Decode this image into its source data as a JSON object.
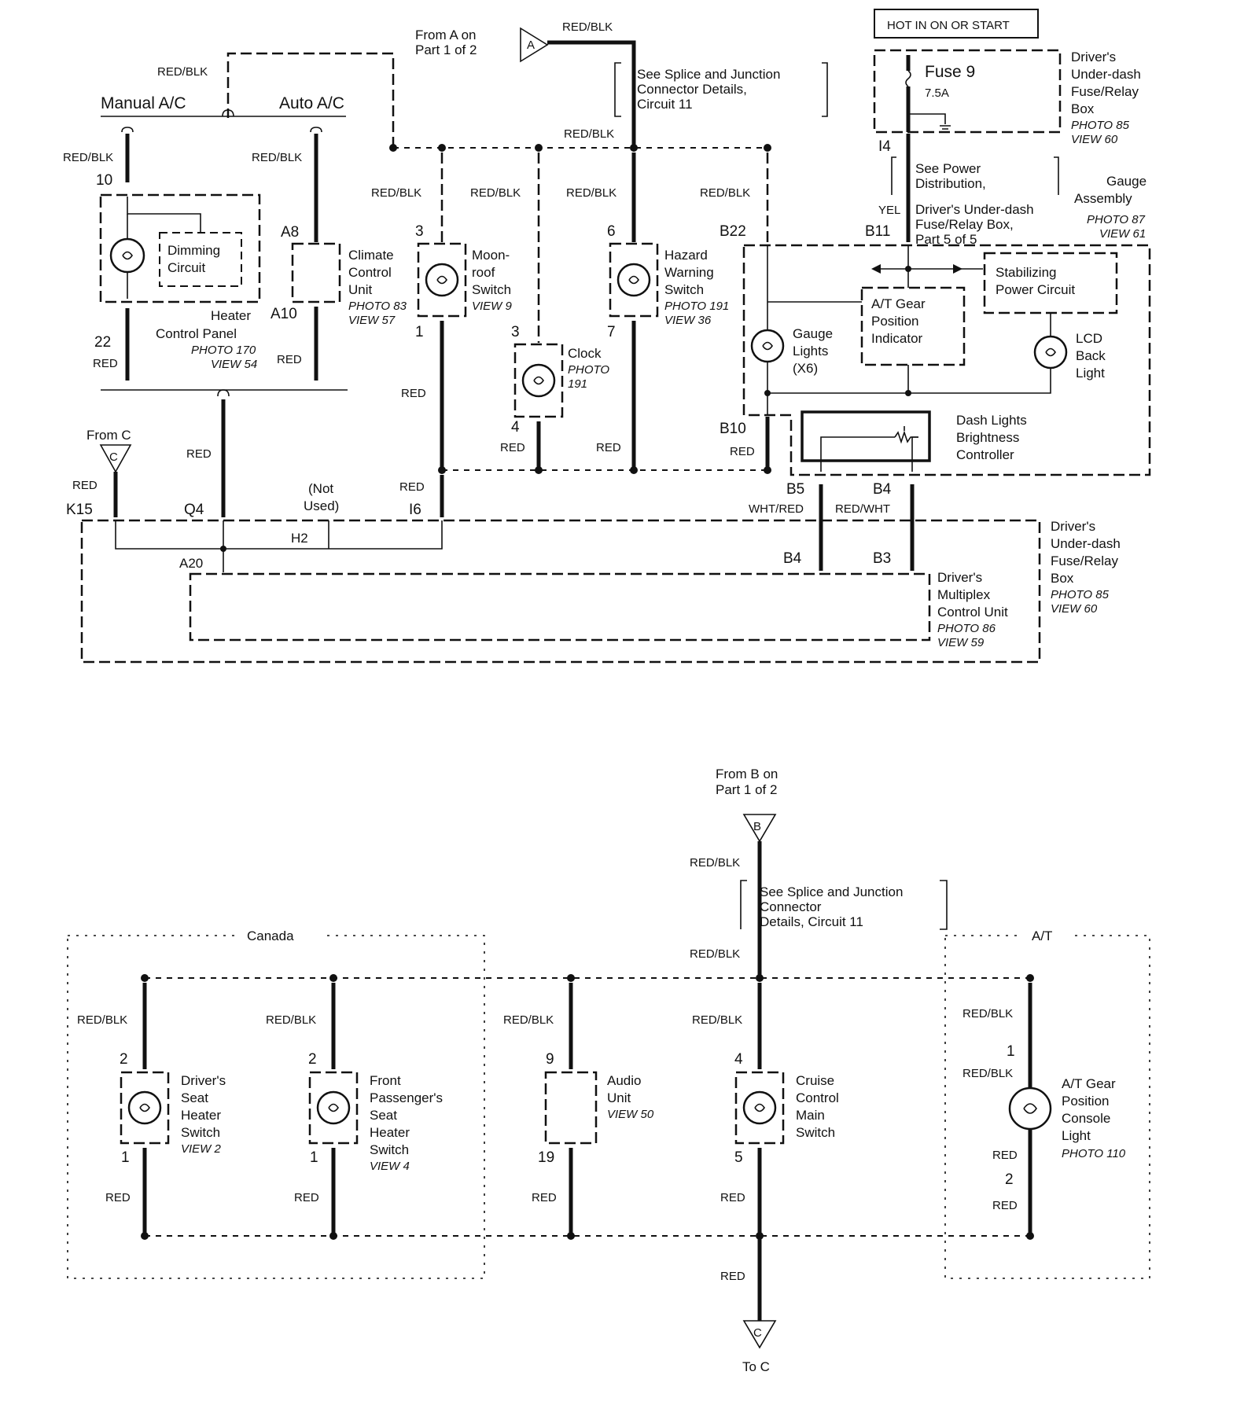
{
  "labels": {
    "manual_ac": "Manual A/C",
    "auto_ac": "Auto A/C",
    "from_a": "From A on",
    "from_a_part": "Part 1 of 2",
    "from_b": "From B on",
    "from_b_part": "Part 1 of 2",
    "from_c": "From C",
    "to_c": "To C",
    "hot": "HOT IN ON OR START",
    "fuse": "Fuse 9",
    "fuse_rating": "7.5A",
    "splice1_l1": "See Splice and Junction",
    "splice1_l2": "Connector Details,",
    "splice1_l3": "Circuit 11",
    "splice2_l1": "See Splice and Junction",
    "splice2_l2": "Connector",
    "splice2_l3": "Details, Circuit 11",
    "power_l1": "See Power",
    "power_l2": "Distribution,",
    "power_l3": "Driver's Under-dash",
    "power_l4": "Fuse/Relay Box,",
    "power_l5": "Part 5 of 5",
    "not_used_1": "(Not",
    "not_used_2": "Used)",
    "canada": "Canada",
    "at": "A/T",
    "conn_a": "A",
    "conn_b": "B",
    "conn_c": "C"
  },
  "components": {
    "fusebox_top": {
      "l1": "Driver's",
      "l2": "Under-dash",
      "l3": "Fuse/Relay",
      "l4": "Box",
      "photo": "PHOTO 85",
      "view": "VIEW 60"
    },
    "gauge": {
      "l1": "Gauge",
      "l2": "Assembly",
      "photo": "PHOTO 87",
      "view": "VIEW 61"
    },
    "heater": {
      "l1": "Heater",
      "l2": "Control Panel",
      "photo": "PHOTO 170",
      "view": "VIEW 54"
    },
    "dimming": {
      "l1": "Dimming",
      "l2": "Circuit"
    },
    "climate": {
      "l1": "Climate",
      "l2": "Control",
      "l3": "Unit",
      "photo": "PHOTO 83",
      "view": "VIEW 57"
    },
    "moonroof": {
      "l1": "Moon-",
      "l2": "roof",
      "l3": "Switch",
      "view": "VIEW 9"
    },
    "clock": {
      "l1": "Clock",
      "photo": "PHOTO",
      "photo_num": "191"
    },
    "hazard": {
      "l1": "Hazard",
      "l2": "Warning",
      "l3": "Switch",
      "photo": "PHOTO 191",
      "view": "VIEW 36"
    },
    "gauge_lights": {
      "l1": "Gauge",
      "l2": "Lights",
      "l3": "(X6)"
    },
    "at_gear_ind": {
      "l1": "A/T Gear",
      "l2": "Position",
      "l3": "Indicator"
    },
    "stabilizing": {
      "l1": "Stabilizing",
      "l2": "Power Circuit"
    },
    "lcd": {
      "l1": "LCD",
      "l2": "Back",
      "l3": "Light"
    },
    "dash_ctrl": {
      "l1": "Dash Lights",
      "l2": "Brightness",
      "l3": "Controller"
    },
    "fusebox_mid": {
      "l1": "Driver's",
      "l2": "Under-dash",
      "l3": "Fuse/Relay",
      "l4": "Box",
      "photo": "PHOTO 85",
      "view": "VIEW 60"
    },
    "mcu": {
      "l1": "Driver's",
      "l2": "Multiplex",
      "l3": "Control Unit",
      "photo": "PHOTO 86",
      "view": "VIEW 59"
    },
    "seat_drv": {
      "l1": "Driver's",
      "l2": "Seat",
      "l3": "Heater",
      "l4": "Switch",
      "view": "VIEW 2"
    },
    "seat_pass": {
      "l1": "Front",
      "l2": "Passenger's",
      "l3": "Seat",
      "l4": "Heater",
      "l5": "Switch",
      "view": "VIEW 4"
    },
    "audio": {
      "l1": "Audio",
      "l2": "Unit",
      "view": "VIEW 50"
    },
    "cruise": {
      "l1": "Cruise",
      "l2": "Control",
      "l3": "Main",
      "l4": "Switch"
    },
    "at_console": {
      "l1": "A/T Gear",
      "l2": "Position",
      "l3": "Console",
      "l4": "Light",
      "photo": "PHOTO 110"
    }
  },
  "wires": {
    "red_blk": "RED/BLK",
    "red": "RED",
    "yel": "YEL",
    "wht_red": "WHT/RED",
    "red_wht": "RED/WHT"
  },
  "pins": {
    "p10": "10",
    "p22": "22",
    "a8": "A8",
    "a10": "A10",
    "p3": "3",
    "p1": "1",
    "p4": "4",
    "p6": "6",
    "p7": "7",
    "b22": "B22",
    "b10": "B10",
    "b11": "B11",
    "i4": "I4",
    "b5": "B5",
    "b4": "B4",
    "b3": "B3",
    "k15": "K15",
    "q4": "Q4",
    "i6": "I6",
    "h2": "H2",
    "a20": "A20",
    "p2": "2",
    "p9": "9",
    "p19": "19",
    "p5": "5"
  }
}
